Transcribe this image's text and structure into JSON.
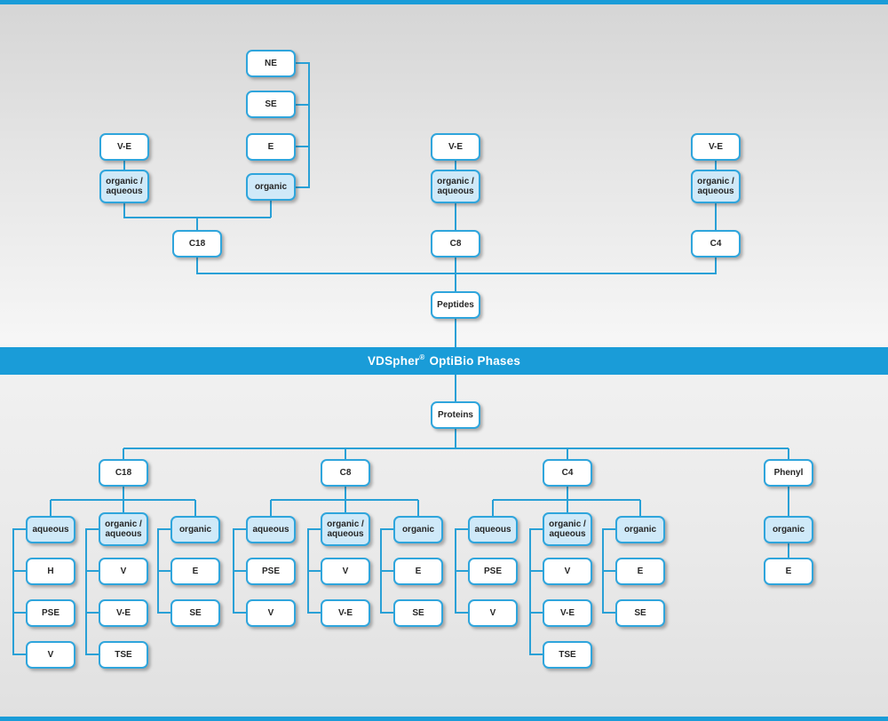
{
  "colors": {
    "accent": "#1a9cd8",
    "line": "#29a0d6",
    "box_border": "#2fa5dc",
    "box_highlight_fill": "#cfe9f8",
    "box_fill": "#ffffff",
    "text": "#262626"
  },
  "banner": {
    "brand": "VDSpher",
    "registered": "®",
    "rest": "OptiBio Phases"
  },
  "peptides_tree": {
    "root": "Peptides",
    "c18": {
      "column_label": "C18",
      "ve": "V-E",
      "organic_aqueous": "organic / aqueous",
      "organic": "organic",
      "elution_modes": [
        "NE",
        "SE",
        "E"
      ]
    },
    "c8": {
      "column_label": "C8",
      "ve": "V-E",
      "organic_aqueous": "organic / aqueous"
    },
    "c4": {
      "column_label": "C4",
      "ve": "V-E",
      "organic_aqueous": "organic / aqueous"
    }
  },
  "proteins_tree": {
    "root": "Proteins",
    "c18": {
      "column_label": "C18",
      "aqueous": {
        "label": "aqueous",
        "children": [
          "H",
          "PSE",
          "V"
        ]
      },
      "organic_aqueous": {
        "label": "organic / aqueous",
        "children": [
          "V",
          "V-E",
          "TSE"
        ]
      },
      "organic": {
        "label": "organic",
        "children": [
          "E",
          "SE"
        ]
      }
    },
    "c8": {
      "column_label": "C8",
      "aqueous": {
        "label": "aqueous",
        "children": [
          "PSE",
          "V"
        ]
      },
      "organic_aqueous": {
        "label": "organic / aqueous",
        "children": [
          "V",
          "V-E"
        ]
      },
      "organic": {
        "label": "organic",
        "children": [
          "E",
          "SE"
        ]
      }
    },
    "c4": {
      "column_label": "C4",
      "aqueous": {
        "label": "aqueous",
        "children": [
          "PSE",
          "V"
        ]
      },
      "organic_aqueous": {
        "label": "organic / aqueous",
        "children": [
          "V",
          "V-E",
          "TSE"
        ]
      },
      "organic": {
        "label": "organic",
        "children": [
          "E",
          "SE"
        ]
      }
    },
    "phenyl": {
      "column_label": "Phenyl",
      "organic": {
        "label": "organic",
        "children": [
          "E"
        ]
      }
    }
  }
}
